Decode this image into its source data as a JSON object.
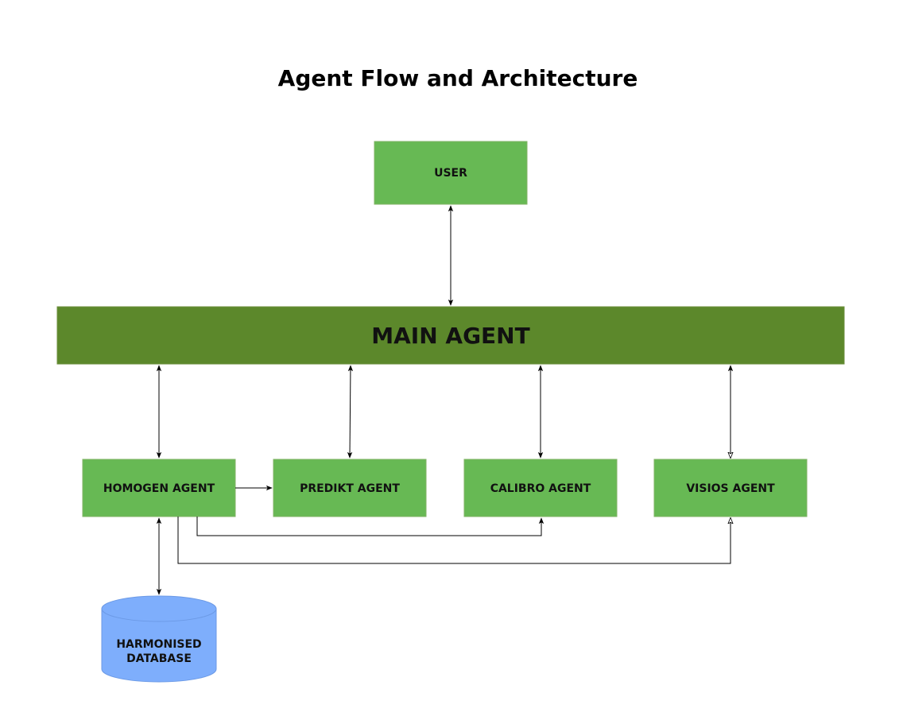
{
  "title": "Agent Flow and Architecture",
  "colors": {
    "agent_fill": "#67b954",
    "agent_stroke": "#82b366",
    "main_fill": "#5c882b",
    "main_stroke": "#6d8f3e",
    "database_fill": "#7eaefc",
    "database_stroke": "#6c9ae6",
    "edge": "#000000"
  },
  "nodes": {
    "user": "USER",
    "main": "MAIN AGENT",
    "homogen": "HOMOGEN AGENT",
    "predikt": "PREDIKT AGENT",
    "calibro": "CALIBRO AGENT",
    "visios": "VISIOS AGENT",
    "database_line1": "HARMONISED",
    "database_line2": "DATABASE"
  }
}
